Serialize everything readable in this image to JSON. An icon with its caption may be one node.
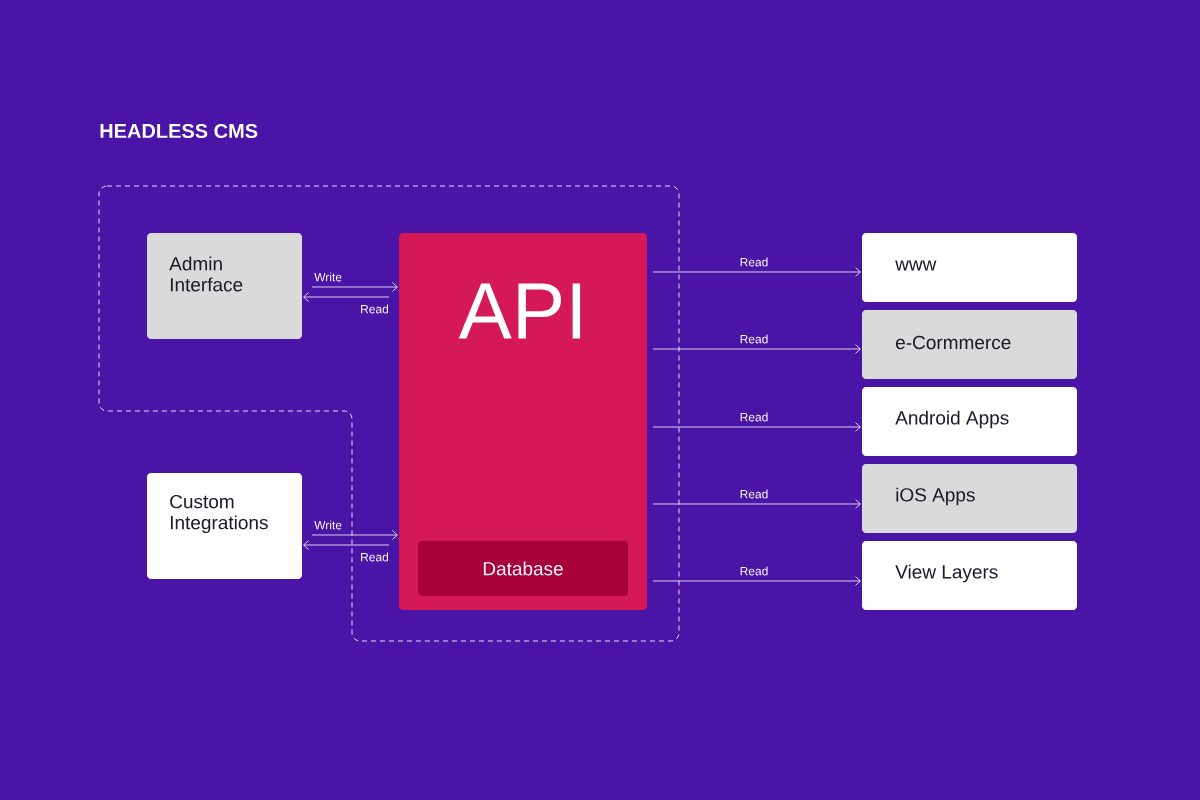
{
  "diagram": {
    "title": "HEADLESS CMS",
    "nodes": [
      {
        "text": [
          "Admin Interface"
        ]
      },
      {
        "text": [
          "Custom Integrations"
        ]
      },
      {
        "text": [
          "API"
        ]
      },
      {
        "text": [
          "Database"
        ],
        "in": 2
      },
      {
        "text": [
          "www"
        ]
      },
      {
        "text": [
          "e-Cormmerce"
        ]
      },
      {
        "text": [
          "Android Apps"
        ]
      },
      {
        "text": [
          "iOS Apps"
        ]
      },
      {
        "text": [
          "View Layers"
        ]
      }
    ],
    "edges": [
      {
        "from": 0,
        "to": 2,
        "arrow": "to",
        "label": "Write"
      },
      {
        "from": 2,
        "to": 0,
        "arrow": "to",
        "label": "Read"
      },
      {
        "from": 1,
        "to": 2,
        "arrow": "to",
        "label": "Write"
      },
      {
        "from": 2,
        "to": 1,
        "arrow": "to",
        "label": "Read"
      },
      {
        "from": 2,
        "to": 4,
        "arrow": "to",
        "label": "Read"
      },
      {
        "from": 2,
        "to": 5,
        "arrow": "to",
        "label": "Read"
      },
      {
        "from": 2,
        "to": 6,
        "arrow": "to",
        "label": "Read"
      },
      {
        "from": 2,
        "to": 7,
        "arrow": "to",
        "label": "Read"
      },
      {
        "from": 2,
        "to": 8,
        "arrow": "to",
        "label": "Read"
      }
    ]
  }
}
